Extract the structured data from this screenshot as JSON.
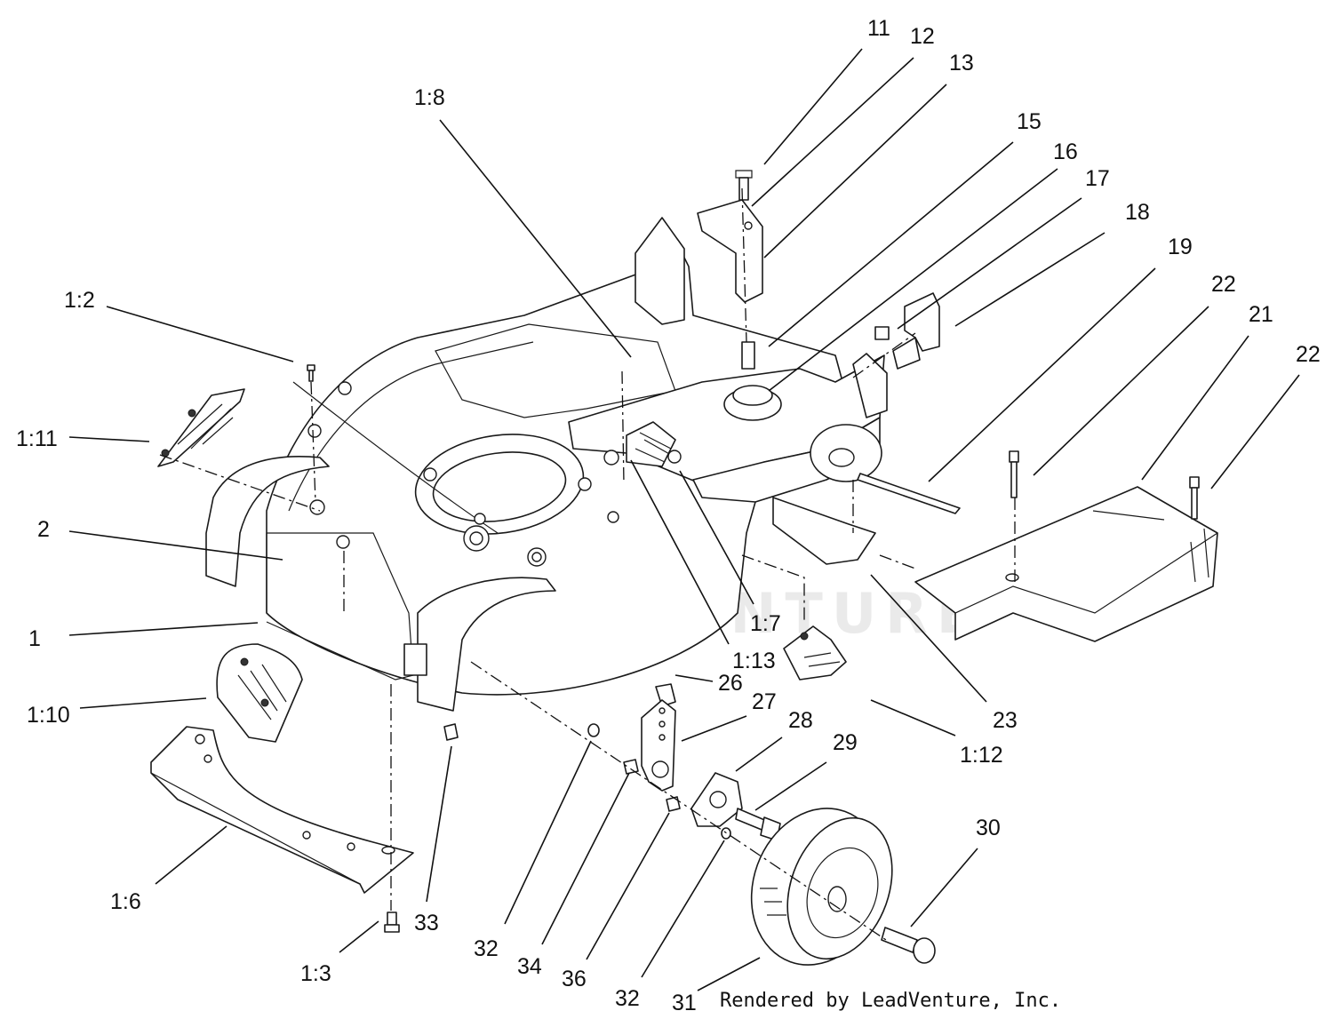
{
  "diagram": {
    "callouts": [
      {
        "id": "c11",
        "label": "11"
      },
      {
        "id": "c12",
        "label": "12"
      },
      {
        "id": "c13",
        "label": "13"
      },
      {
        "id": "c15",
        "label": "15"
      },
      {
        "id": "c16",
        "label": "16"
      },
      {
        "id": "c17",
        "label": "17"
      },
      {
        "id": "c18",
        "label": "18"
      },
      {
        "id": "c19",
        "label": "19"
      },
      {
        "id": "c22a",
        "label": "22"
      },
      {
        "id": "c21",
        "label": "21"
      },
      {
        "id": "c22b",
        "label": "22"
      },
      {
        "id": "c1_8",
        "label": "1:8"
      },
      {
        "id": "c1_2",
        "label": "1:2"
      },
      {
        "id": "c1_11",
        "label": "1:11"
      },
      {
        "id": "c2",
        "label": "2"
      },
      {
        "id": "c1",
        "label": "1"
      },
      {
        "id": "c1_10",
        "label": "1:10"
      },
      {
        "id": "c1_6",
        "label": "1:6"
      },
      {
        "id": "c1_3",
        "label": "1:3"
      },
      {
        "id": "c33",
        "label": "33"
      },
      {
        "id": "c1_7",
        "label": "1:7"
      },
      {
        "id": "c1_13",
        "label": "1:13"
      },
      {
        "id": "c26",
        "label": "26"
      },
      {
        "id": "c27",
        "label": "27"
      },
      {
        "id": "c28",
        "label": "28"
      },
      {
        "id": "c29",
        "label": "29"
      },
      {
        "id": "c23",
        "label": "23"
      },
      {
        "id": "c1_12",
        "label": "1:12"
      },
      {
        "id": "c30",
        "label": "30"
      },
      {
        "id": "c31",
        "label": "31"
      },
      {
        "id": "c32a",
        "label": "32"
      },
      {
        "id": "c34",
        "label": "34"
      },
      {
        "id": "c36",
        "label": "36"
      },
      {
        "id": "c32b",
        "label": "32"
      }
    ],
    "watermark": "LEADVENTURE",
    "credit": "Rendered by LeadVenture, Inc."
  }
}
